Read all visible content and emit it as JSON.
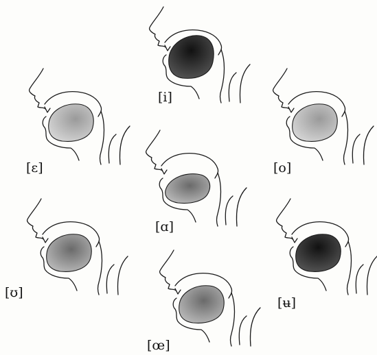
{
  "diagram": {
    "shading": {
      "ink": "#1a1a1a",
      "tongue_light": "#cfcfcf",
      "tongue_dark": "#2a2a2a"
    },
    "vowels": [
      {
        "key": "i",
        "label": "[i]"
      },
      {
        "key": "e",
        "label": "[ɛ]"
      },
      {
        "key": "o",
        "label": "[o]"
      },
      {
        "key": "a",
        "label": "[ɑ]"
      },
      {
        "key": "u",
        "label": "[ʊ]"
      },
      {
        "key": "y",
        "label": "[ʉ]"
      },
      {
        "key": "oe",
        "label": "[œ]"
      }
    ]
  }
}
